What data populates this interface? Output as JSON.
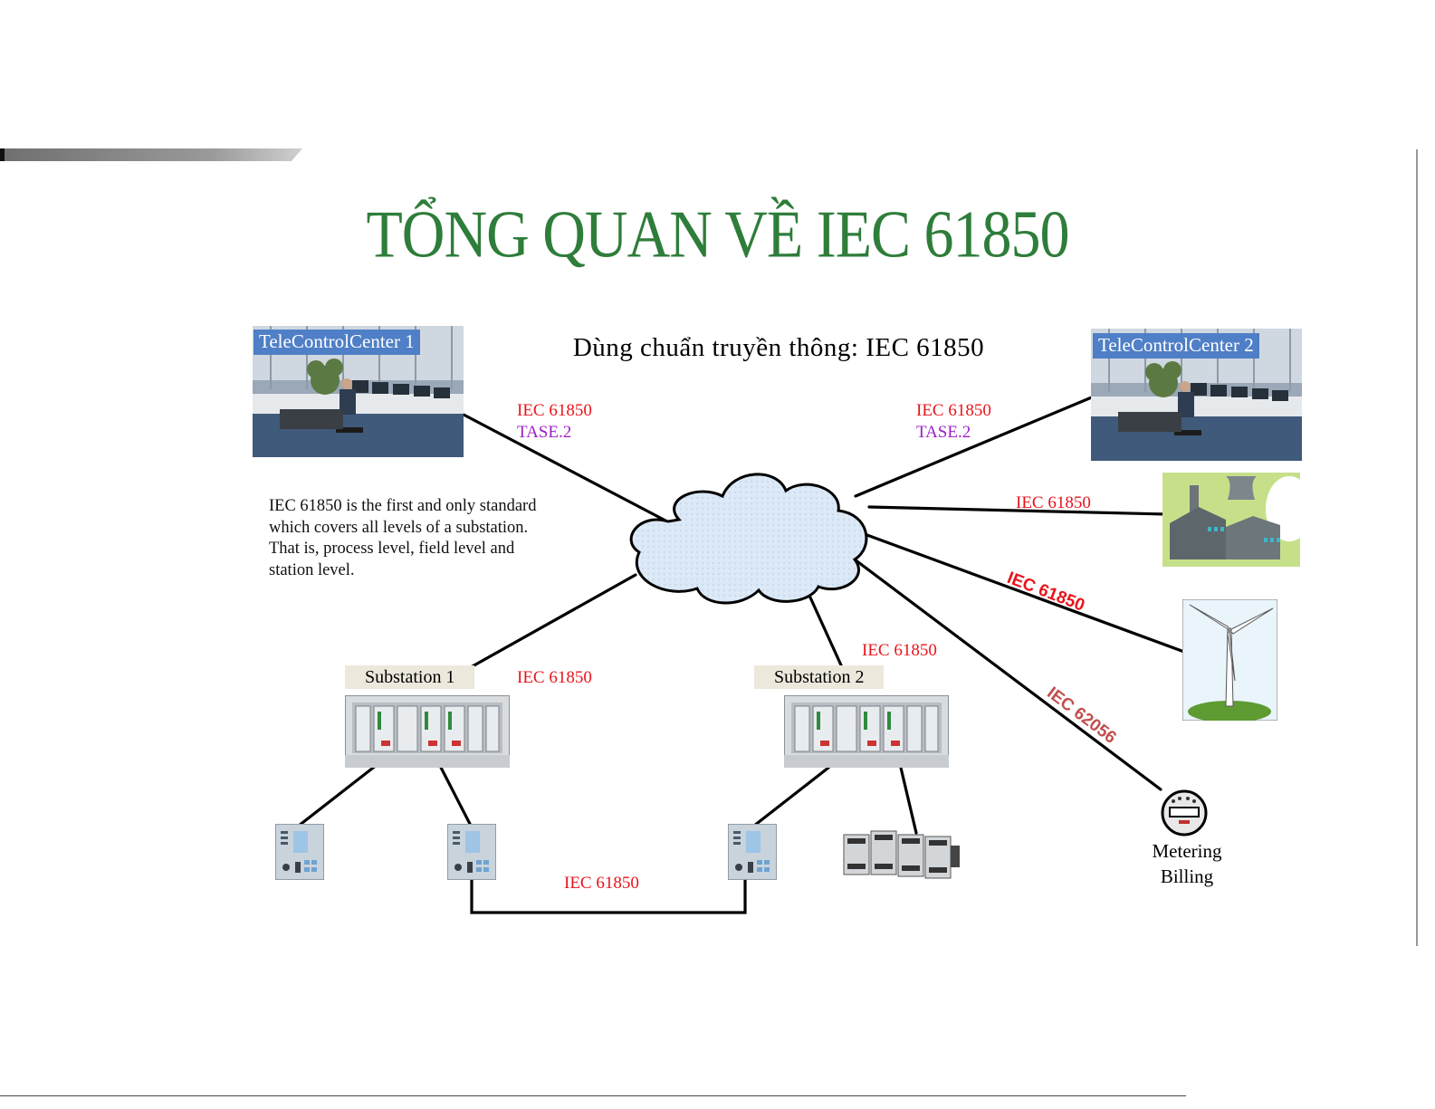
{
  "title": "TỔNG QUAN VỀ IEC 61850",
  "subtitle": "Dùng chuẩn truyền thông: IEC 61850",
  "description_lines": [
    "IEC 61850 is the first and only standard",
    "which covers all levels of a substation.",
    "That is, process level, field level and",
    "station level."
  ],
  "nodes": {
    "tcc1": "TeleControlCenter 1",
    "tcc2": "TeleControlCenter 2",
    "substation1": "Substation 1",
    "substation2": "Substation 2",
    "metering": [
      "Metering",
      "Billing"
    ]
  },
  "link_labels": {
    "tcc1_protocol": "IEC 61850",
    "tcc1_protocol2": "TASE.2",
    "tcc2_protocol": "IEC 61850",
    "tcc2_protocol2": "TASE.2",
    "plant": "IEC 61850",
    "wind": "IEC 61850",
    "metering": "IEC 62056",
    "substation1": "IEC 61850",
    "substation2": "IEC 61850",
    "bay_link": "IEC 61850"
  },
  "colors": {
    "title": "#2e7d3a",
    "protocol": "#e8141c",
    "tase": "#9b1fc9",
    "metering_label": "#c0504d",
    "label_bg": "#4f7fc6",
    "cloud": "#dbe8f6"
  }
}
